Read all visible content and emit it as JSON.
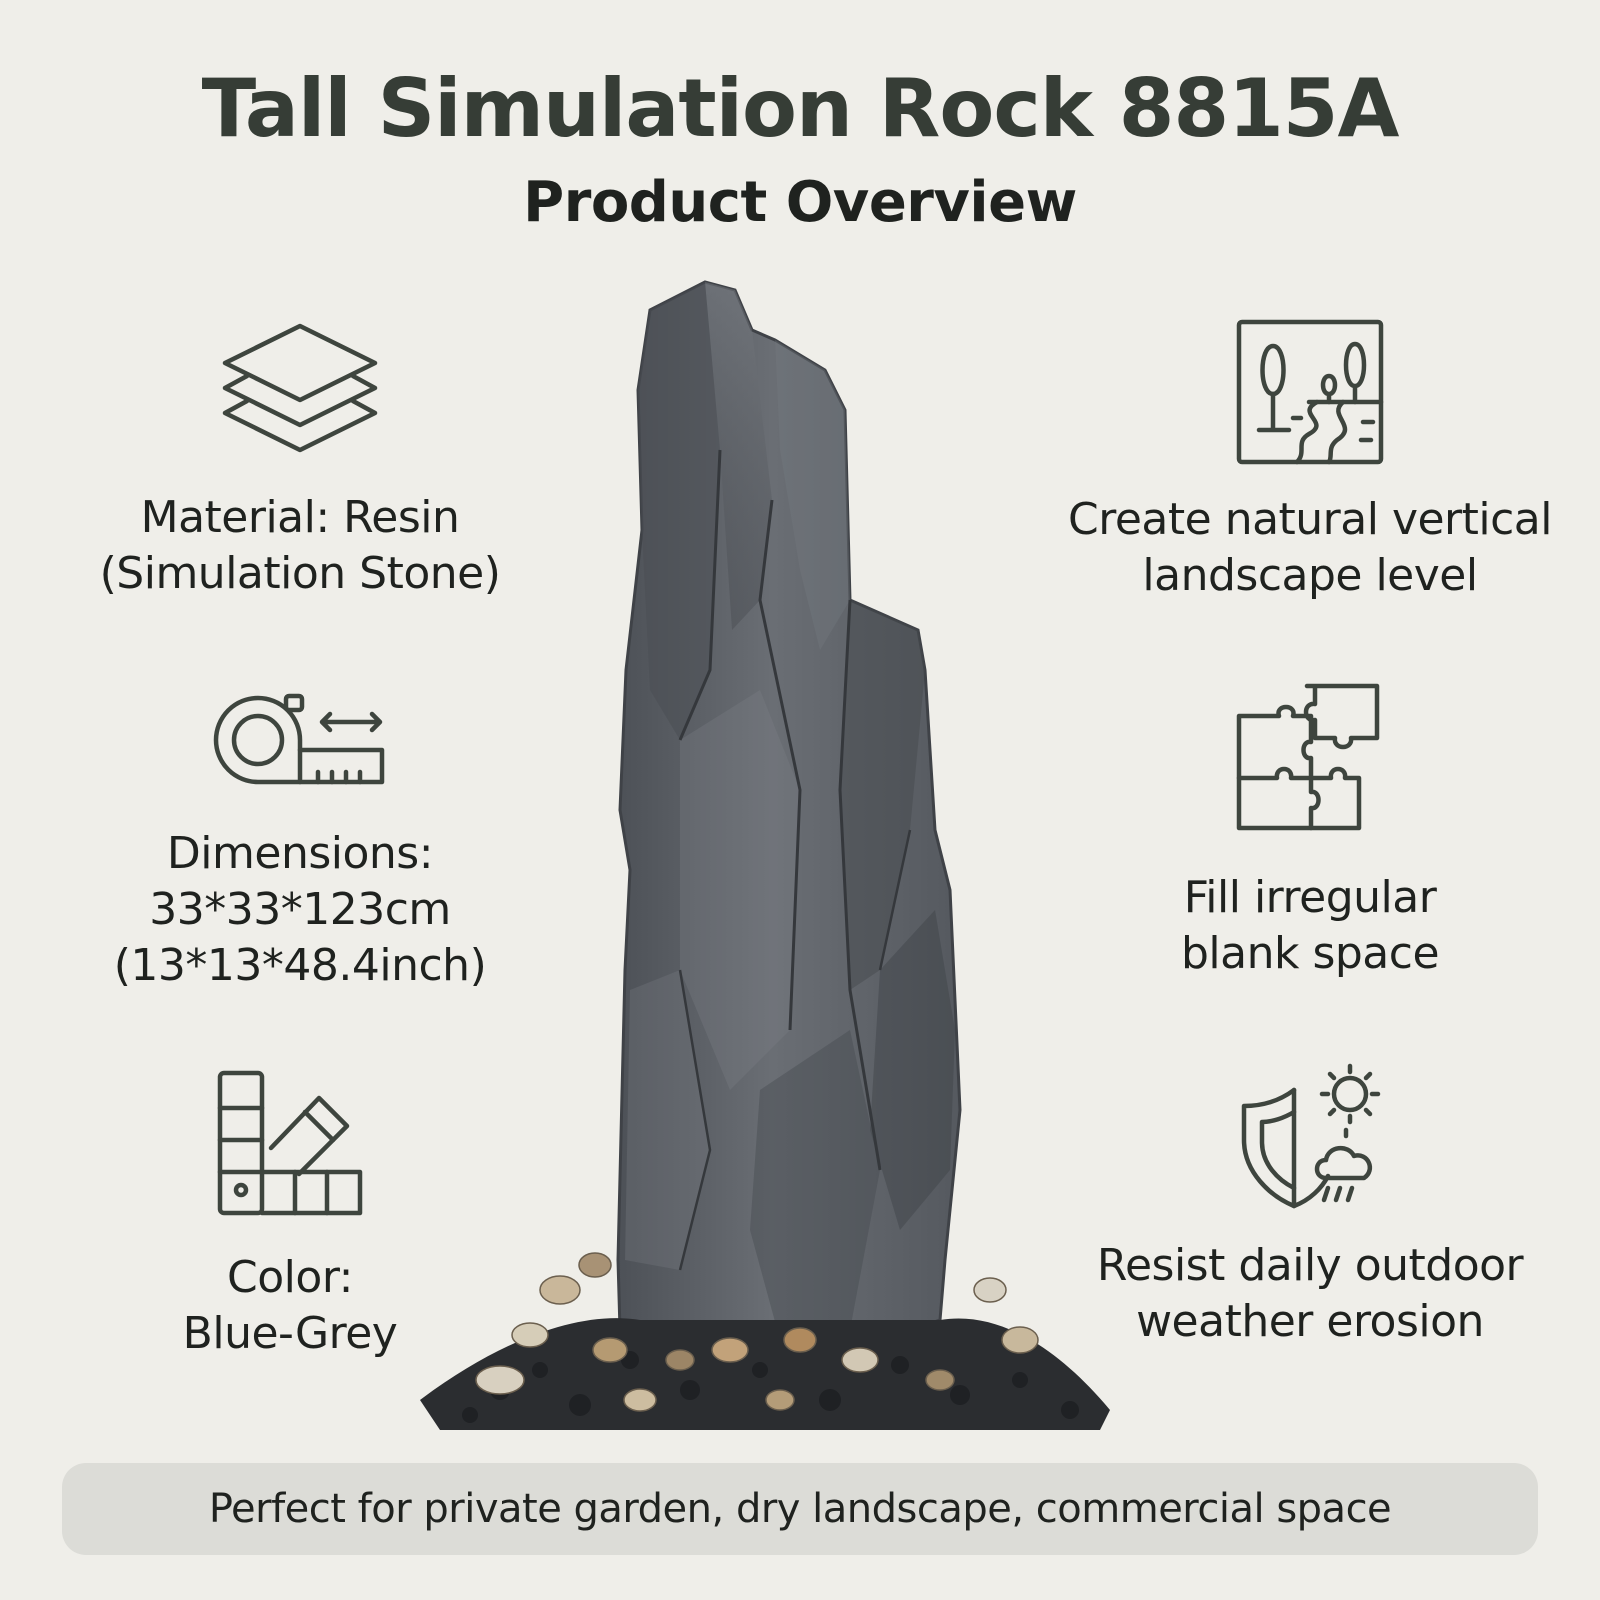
{
  "header": {
    "title": "Tall Simulation Rock 8815A",
    "subtitle": "Product Overview"
  },
  "features_left": [
    {
      "icon": "layers-icon",
      "lines": [
        "Material: Resin",
        "(Simulation Stone)"
      ]
    },
    {
      "icon": "tape-measure-icon",
      "lines": [
        "Dimensions:",
        "33*33*123cm",
        "(13*13*48.4inch)"
      ]
    },
    {
      "icon": "color-swatch-icon",
      "lines": [
        "Color:",
        "Blue-Grey"
      ]
    }
  ],
  "features_right": [
    {
      "icon": "landscape-icon",
      "lines": [
        "Create natural vertical",
        "landscape level"
      ]
    },
    {
      "icon": "puzzle-icon",
      "lines": [
        "Fill irregular",
        "blank space"
      ]
    },
    {
      "icon": "weather-shield-icon",
      "lines": [
        "Resist daily outdoor",
        "weather erosion"
      ]
    }
  ],
  "banner": {
    "text": "Perfect for private garden, dry landscape, commercial space"
  },
  "colors": {
    "background": "#efeee9",
    "title": "#363d36",
    "icon_stroke": "#3e453e",
    "rock": "#5e6268",
    "banner": "#dcdcd7"
  }
}
